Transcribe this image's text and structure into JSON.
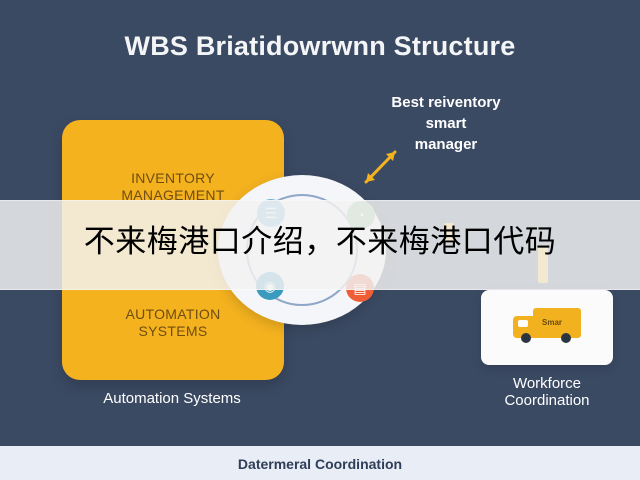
{
  "header": {
    "title": "WBS Briatidowrwnn Structure"
  },
  "callout": {
    "lines": [
      "Best reiventory",
      "smart",
      "manager"
    ]
  },
  "left_panel": {
    "top_label_line1": "INVENTORY",
    "top_label_line2": "MANAGEMENT",
    "bottom_label_line1": "AUTOMATION",
    "bottom_label_line2": "SYSTEMS",
    "caption": "Automation Systems"
  },
  "right_panel": {
    "truck_text": "Smar",
    "caption_line1": "Workforce",
    "caption_line2": "Coordination"
  },
  "footer": {
    "text": "Datermeral Coordination"
  },
  "overlay": {
    "text": "不来梅港口介绍，不来梅港口代码"
  },
  "colors": {
    "background": "#3b4a63",
    "accent": "#f4b21f",
    "footer_bg": "#e8edf6",
    "overlay_bg": "#f2f2f2"
  },
  "icons": [
    "list-icon",
    "chart-icon",
    "user-icon",
    "document-icon",
    "double-arrow-icon",
    "truck-icon"
  ]
}
